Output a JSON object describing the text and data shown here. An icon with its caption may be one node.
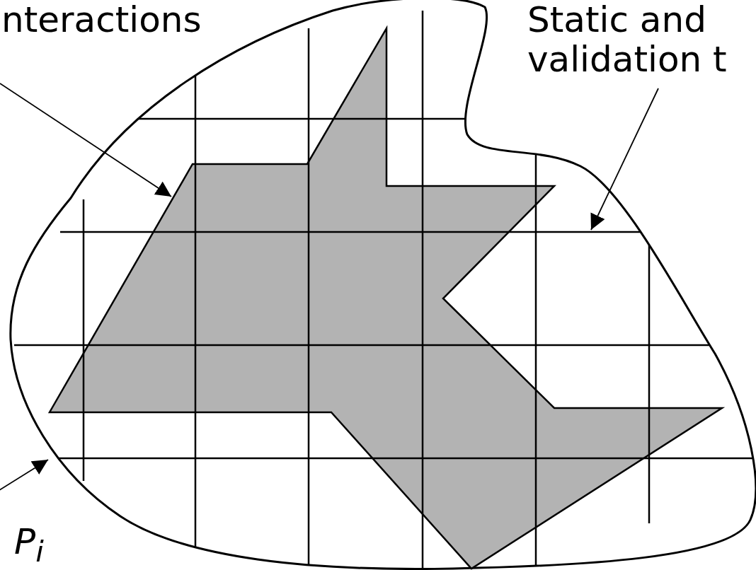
{
  "diagram": {
    "nodes": [
      {
        "text": [
          "nteractions"
        ]
      },
      {
        "text": [],
        "shape": "picture",
        "in": 4
      },
      {
        "text": [
          "Static and validation t"
        ]
      },
      {
        "text": [
          "P$_{i}$"
        ]
      },
      {
        "text": [],
        "shape": "cloud"
      }
    ],
    "edges": [
      {
        "from": 0,
        "to": 1,
        "arrow": "to"
      },
      {
        "from": 2,
        "to": 4,
        "arrow": "to"
      },
      {
        "from": 3,
        "to": 4,
        "arrow": "to"
      }
    ]
  }
}
